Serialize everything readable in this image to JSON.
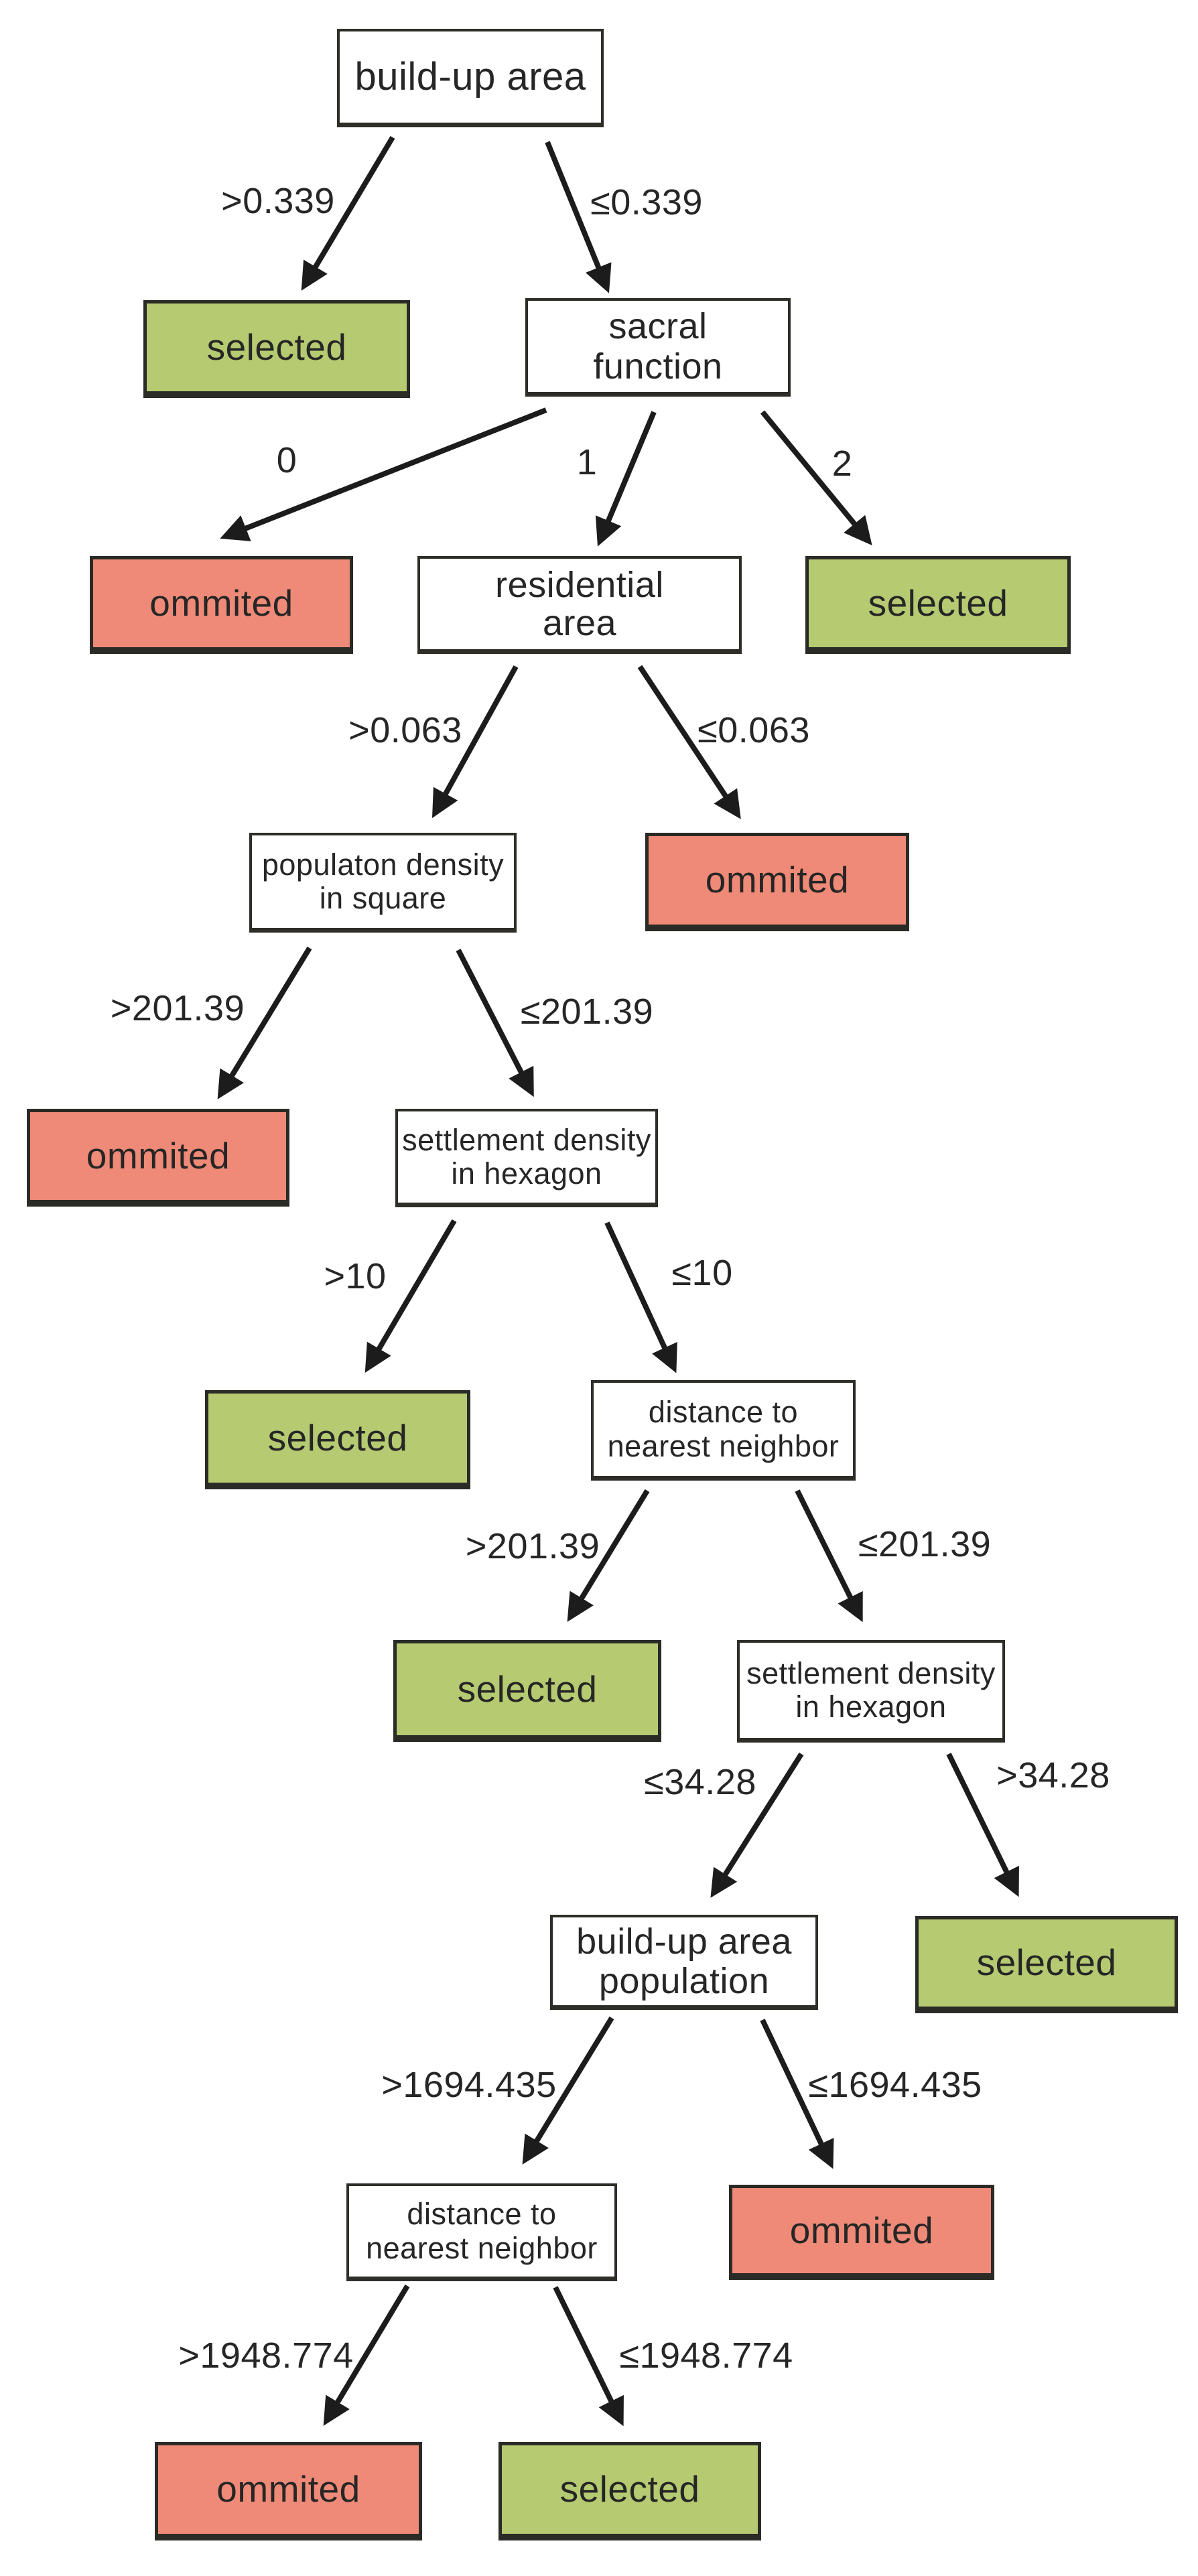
{
  "diagram_type": "decision-tree",
  "colors": {
    "selected_leaf_fill": "#b5ca71",
    "omitted_leaf_fill": "#ee8a77",
    "decision_node_fill": "#ffffff",
    "node_border": "#2e2d28",
    "arrow": "#1c1c1c",
    "text": "#262626"
  },
  "nodes": [
    {
      "id": "n0",
      "type": "decision",
      "lines": [
        "build-up area"
      ]
    },
    {
      "id": "n1",
      "type": "selected",
      "lines": [
        "selected"
      ]
    },
    {
      "id": "n2",
      "type": "decision",
      "lines": [
        "sacral",
        "function"
      ]
    },
    {
      "id": "n3",
      "type": "omitted",
      "lines": [
        "ommited"
      ]
    },
    {
      "id": "n4",
      "type": "decision",
      "lines": [
        "residential",
        "area"
      ]
    },
    {
      "id": "n5",
      "type": "selected",
      "lines": [
        "selected"
      ]
    },
    {
      "id": "n6",
      "type": "decision",
      "lines": [
        "populaton density",
        "in square"
      ]
    },
    {
      "id": "n7",
      "type": "omitted",
      "lines": [
        "ommited"
      ]
    },
    {
      "id": "n8",
      "type": "omitted",
      "lines": [
        "ommited"
      ]
    },
    {
      "id": "n9",
      "type": "decision",
      "lines": [
        "settlement density",
        "in hexagon"
      ]
    },
    {
      "id": "n10",
      "type": "selected",
      "lines": [
        "selected"
      ]
    },
    {
      "id": "n11",
      "type": "decision",
      "lines": [
        "distance to",
        "nearest neighbor"
      ]
    },
    {
      "id": "n12",
      "type": "selected",
      "lines": [
        "selected"
      ]
    },
    {
      "id": "n13",
      "type": "decision",
      "lines": [
        "settlement density",
        "in hexagon"
      ]
    },
    {
      "id": "n14",
      "type": "decision",
      "lines": [
        "build-up area",
        "population"
      ]
    },
    {
      "id": "n15",
      "type": "selected",
      "lines": [
        "selected"
      ]
    },
    {
      "id": "n16",
      "type": "decision",
      "lines": [
        "distance to",
        "nearest neighbor"
      ]
    },
    {
      "id": "n17",
      "type": "omitted",
      "lines": [
        "ommited"
      ]
    },
    {
      "id": "n18",
      "type": "omitted",
      "lines": [
        "ommited"
      ]
    },
    {
      "id": "n19",
      "type": "selected",
      "lines": [
        "selected"
      ]
    }
  ],
  "edges": [
    {
      "label": ">0.339",
      "from": "build-up area",
      "to": "selected"
    },
    {
      "label": "≤0.339",
      "from": "build-up area",
      "to": "sacral function"
    },
    {
      "label": "0",
      "from": "sacral function",
      "to": "ommited"
    },
    {
      "label": "1",
      "from": "sacral function",
      "to": "residential area"
    },
    {
      "label": "2",
      "from": "sacral function",
      "to": "selected"
    },
    {
      "label": ">0.063",
      "from": "residential area",
      "to": "populaton density in square"
    },
    {
      "label": "≤0.063",
      "from": "residential area",
      "to": "ommited"
    },
    {
      "label": ">201.39",
      "from": "populaton density in square",
      "to": "ommited"
    },
    {
      "label": "≤201.39",
      "from": "populaton density in square",
      "to": "settlement density in hexagon"
    },
    {
      "label": ">10",
      "from": "settlement density in hexagon",
      "to": "selected"
    },
    {
      "label": "≤10",
      "from": "settlement density in hexagon",
      "to": "distance to nearest neighbor"
    },
    {
      "label": ">201.39",
      "from": "distance to nearest neighbor",
      "to": "selected"
    },
    {
      "label": "≤201.39",
      "from": "distance to nearest neighbor",
      "to": "settlement density in hexagon"
    },
    {
      "label": "≤34.28",
      "from": "settlement density in hexagon",
      "to": "build-up area population"
    },
    {
      "label": ">34.28",
      "from": "settlement density in hexagon",
      "to": "selected"
    },
    {
      "label": ">1694.435",
      "from": "build-up area population",
      "to": "distance to nearest neighbor"
    },
    {
      "label": "≤1694.435",
      "from": "build-up area population",
      "to": "ommited"
    },
    {
      "label": ">1948.774",
      "from": "distance to nearest neighbor",
      "to": "ommited"
    },
    {
      "label": "≤1948.774",
      "from": "distance to nearest neighbor",
      "to": "selected"
    }
  ]
}
